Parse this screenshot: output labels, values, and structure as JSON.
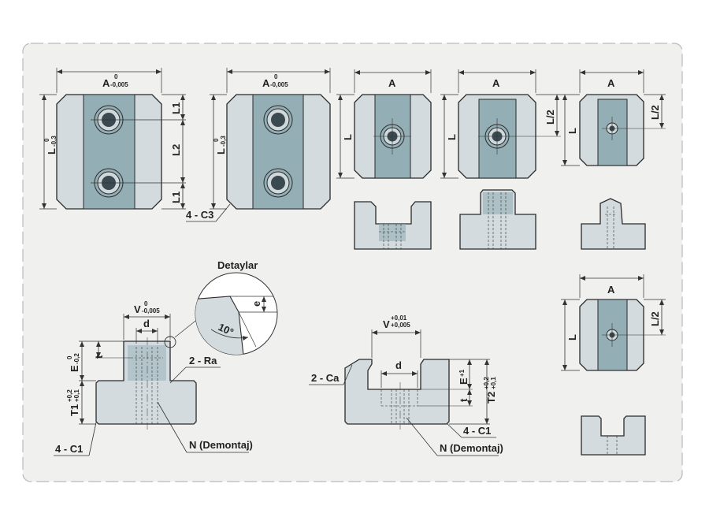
{
  "colors": {
    "background": "#ffffff",
    "panel": "#f0f0ef",
    "panel_border": "#b9b9b9",
    "part_fill": "#d3dbde",
    "insert_fill": "#93aeb5",
    "outline": "#2a2a2a",
    "dim_line": "#333333",
    "bore_fill": "#3a4a50"
  },
  "labels": {
    "a_tol_top": "0",
    "a_tol_bottom": "-0,005",
    "a": "A",
    "l_tol_top": "0",
    "l_tol_bottom": "-0,3",
    "l": "L",
    "l1": "L1",
    "l2": "L2",
    "l_half": "L/2",
    "chamfer_c3": "4 - C3",
    "details_title": "Detaylar",
    "e": "e",
    "angle": "10°",
    "v1": "V",
    "v1_tol_top": "0",
    "v1_tol_bottom": "-0,005",
    "d": "d",
    "t": "t",
    "e_big": "E",
    "e_big_tol_top": "0",
    "e_big_tol_bottom": "-0,2",
    "two_ra": "2 - Ra",
    "t1": "T1",
    "t1_tol_top": "+0,2",
    "t1_tol_bottom": "+0,1",
    "four_c1": "4 - C1",
    "n_demontaj": "N (Demontaj)",
    "v2": "V",
    "v2_tol_top": "+0,01",
    "v2_tol_bottom": "+0,005",
    "two_ca": "2 - Ca",
    "e_plus": "E",
    "e_plus_tol": "+1",
    "t2": "T2",
    "t2_tol_top": "+0,2",
    "t2_tol_bottom": "+0,1"
  }
}
